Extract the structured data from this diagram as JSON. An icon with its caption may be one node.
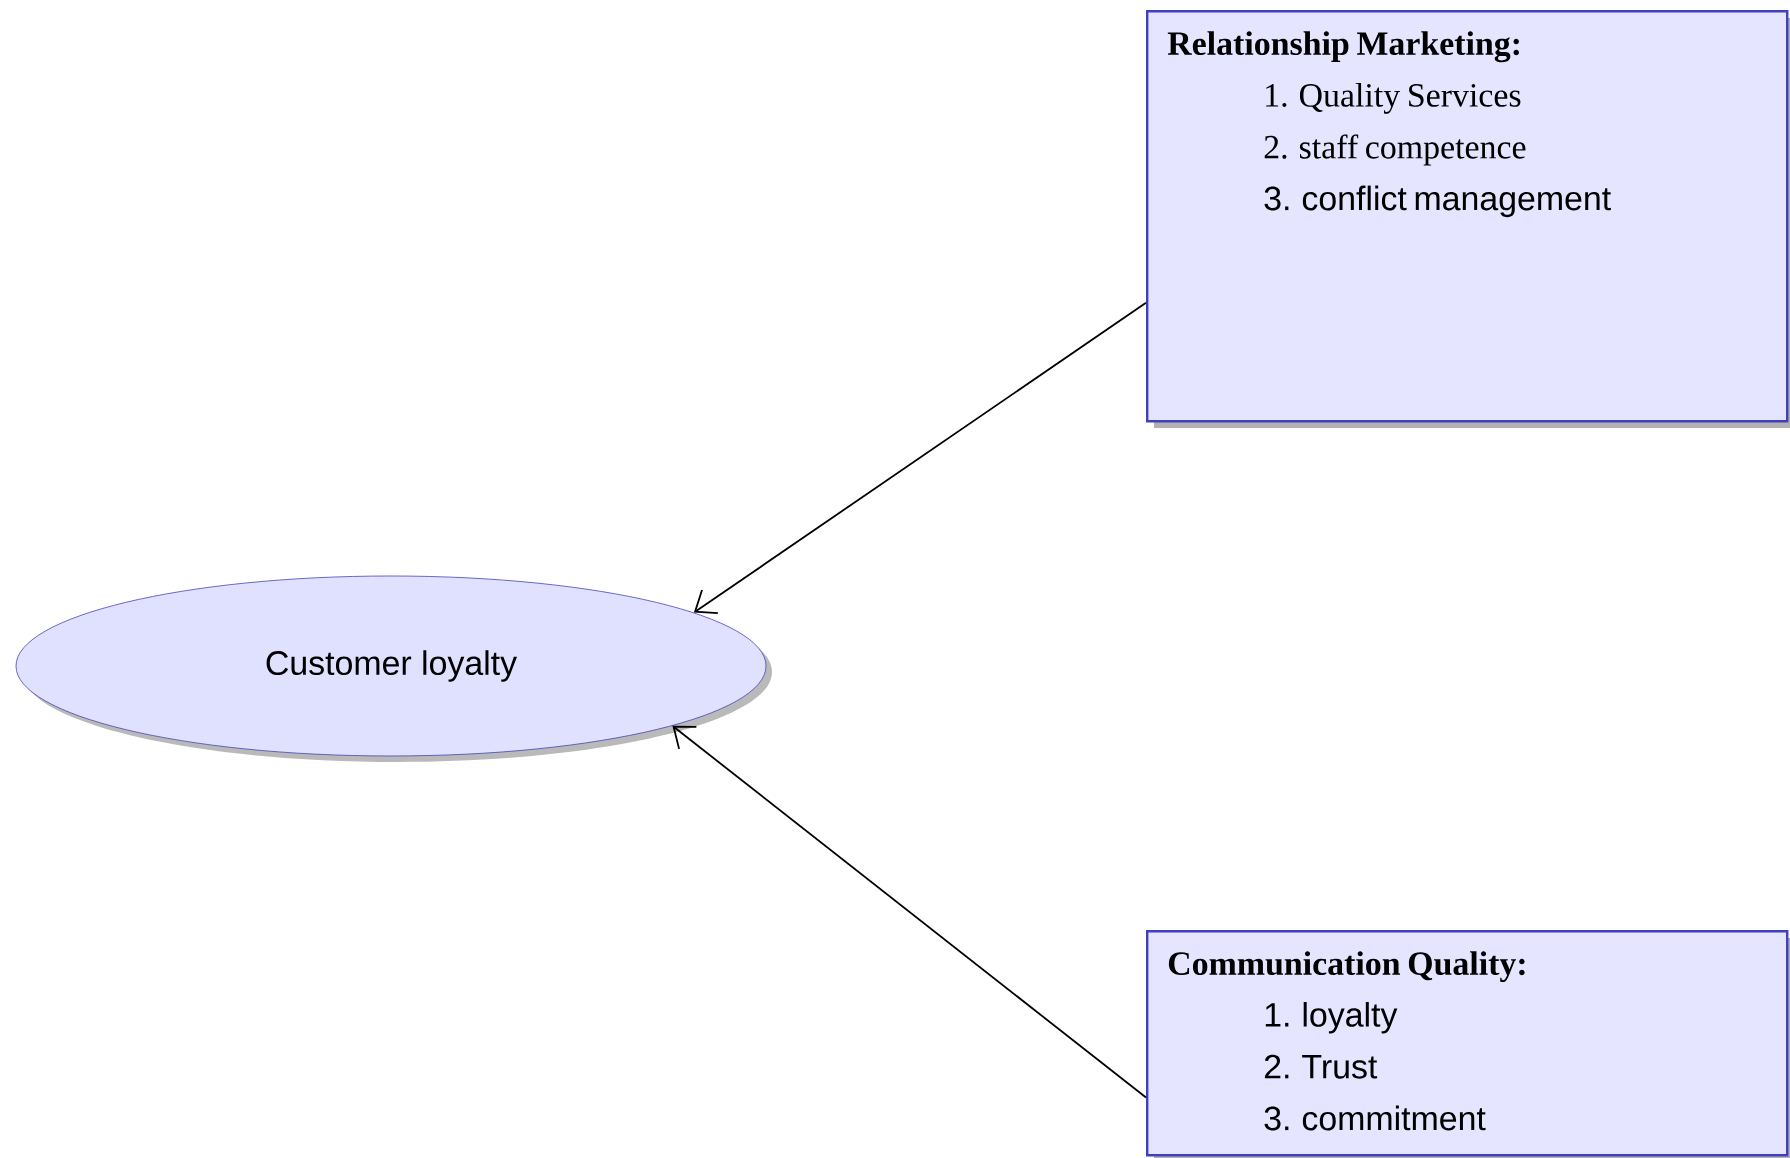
{
  "diagram": {
    "nodes": [
      {
        "text": [
          "Customer loyalty"
        ]
      },
      {
        "text": [
          "Relationship Marketing:",
          "1. Quality Services",
          "2. staff competence",
          "3. conflict management"
        ]
      },
      {
        "text": [
          "Communication Quality:",
          "1. loyalty",
          "2. Trust",
          "3. commitment"
        ]
      }
    ],
    "edges": [
      {
        "from": 1,
        "to": 0,
        "arrow": "to"
      },
      {
        "from": 2,
        "to": 0,
        "arrow": "to"
      }
    ]
  }
}
